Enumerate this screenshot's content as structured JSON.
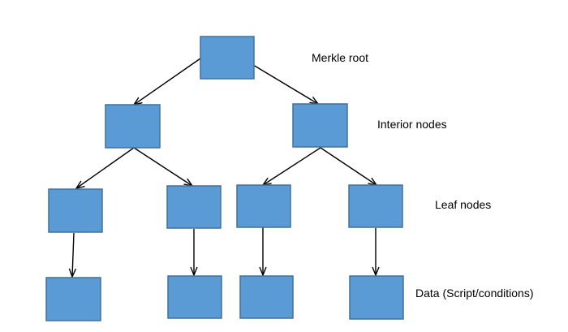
{
  "diagram": {
    "labels": {
      "root": "Merkle root",
      "interior": "Interior nodes",
      "leaf": "Leaf nodes",
      "data": "Data (Script/conditions)"
    },
    "colors": {
      "node_fill": "#5b9bd5",
      "node_stroke": "#41719c",
      "edge": "#000000"
    }
  }
}
